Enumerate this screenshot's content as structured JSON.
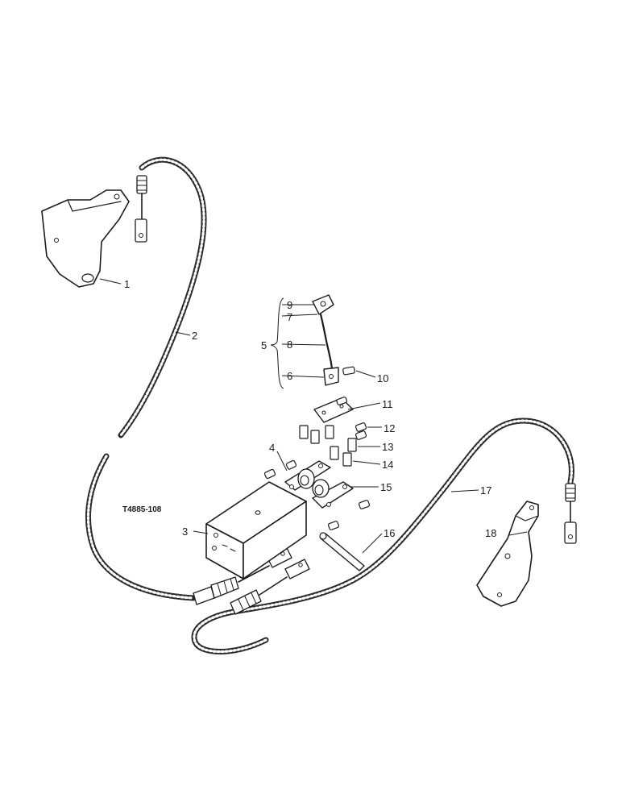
{
  "drawing_id": "T4885-108",
  "callouts": {
    "c1": "1",
    "c2": "2",
    "c3": "3",
    "c4": "4",
    "c5": "5",
    "c6": "6",
    "c7": "7",
    "c8": "8",
    "c9": "9",
    "c10": "10",
    "c11": "11",
    "c12": "12",
    "c13": "13",
    "c14": "14",
    "c15": "15",
    "c16": "16",
    "c17": "17",
    "c18": "18"
  }
}
